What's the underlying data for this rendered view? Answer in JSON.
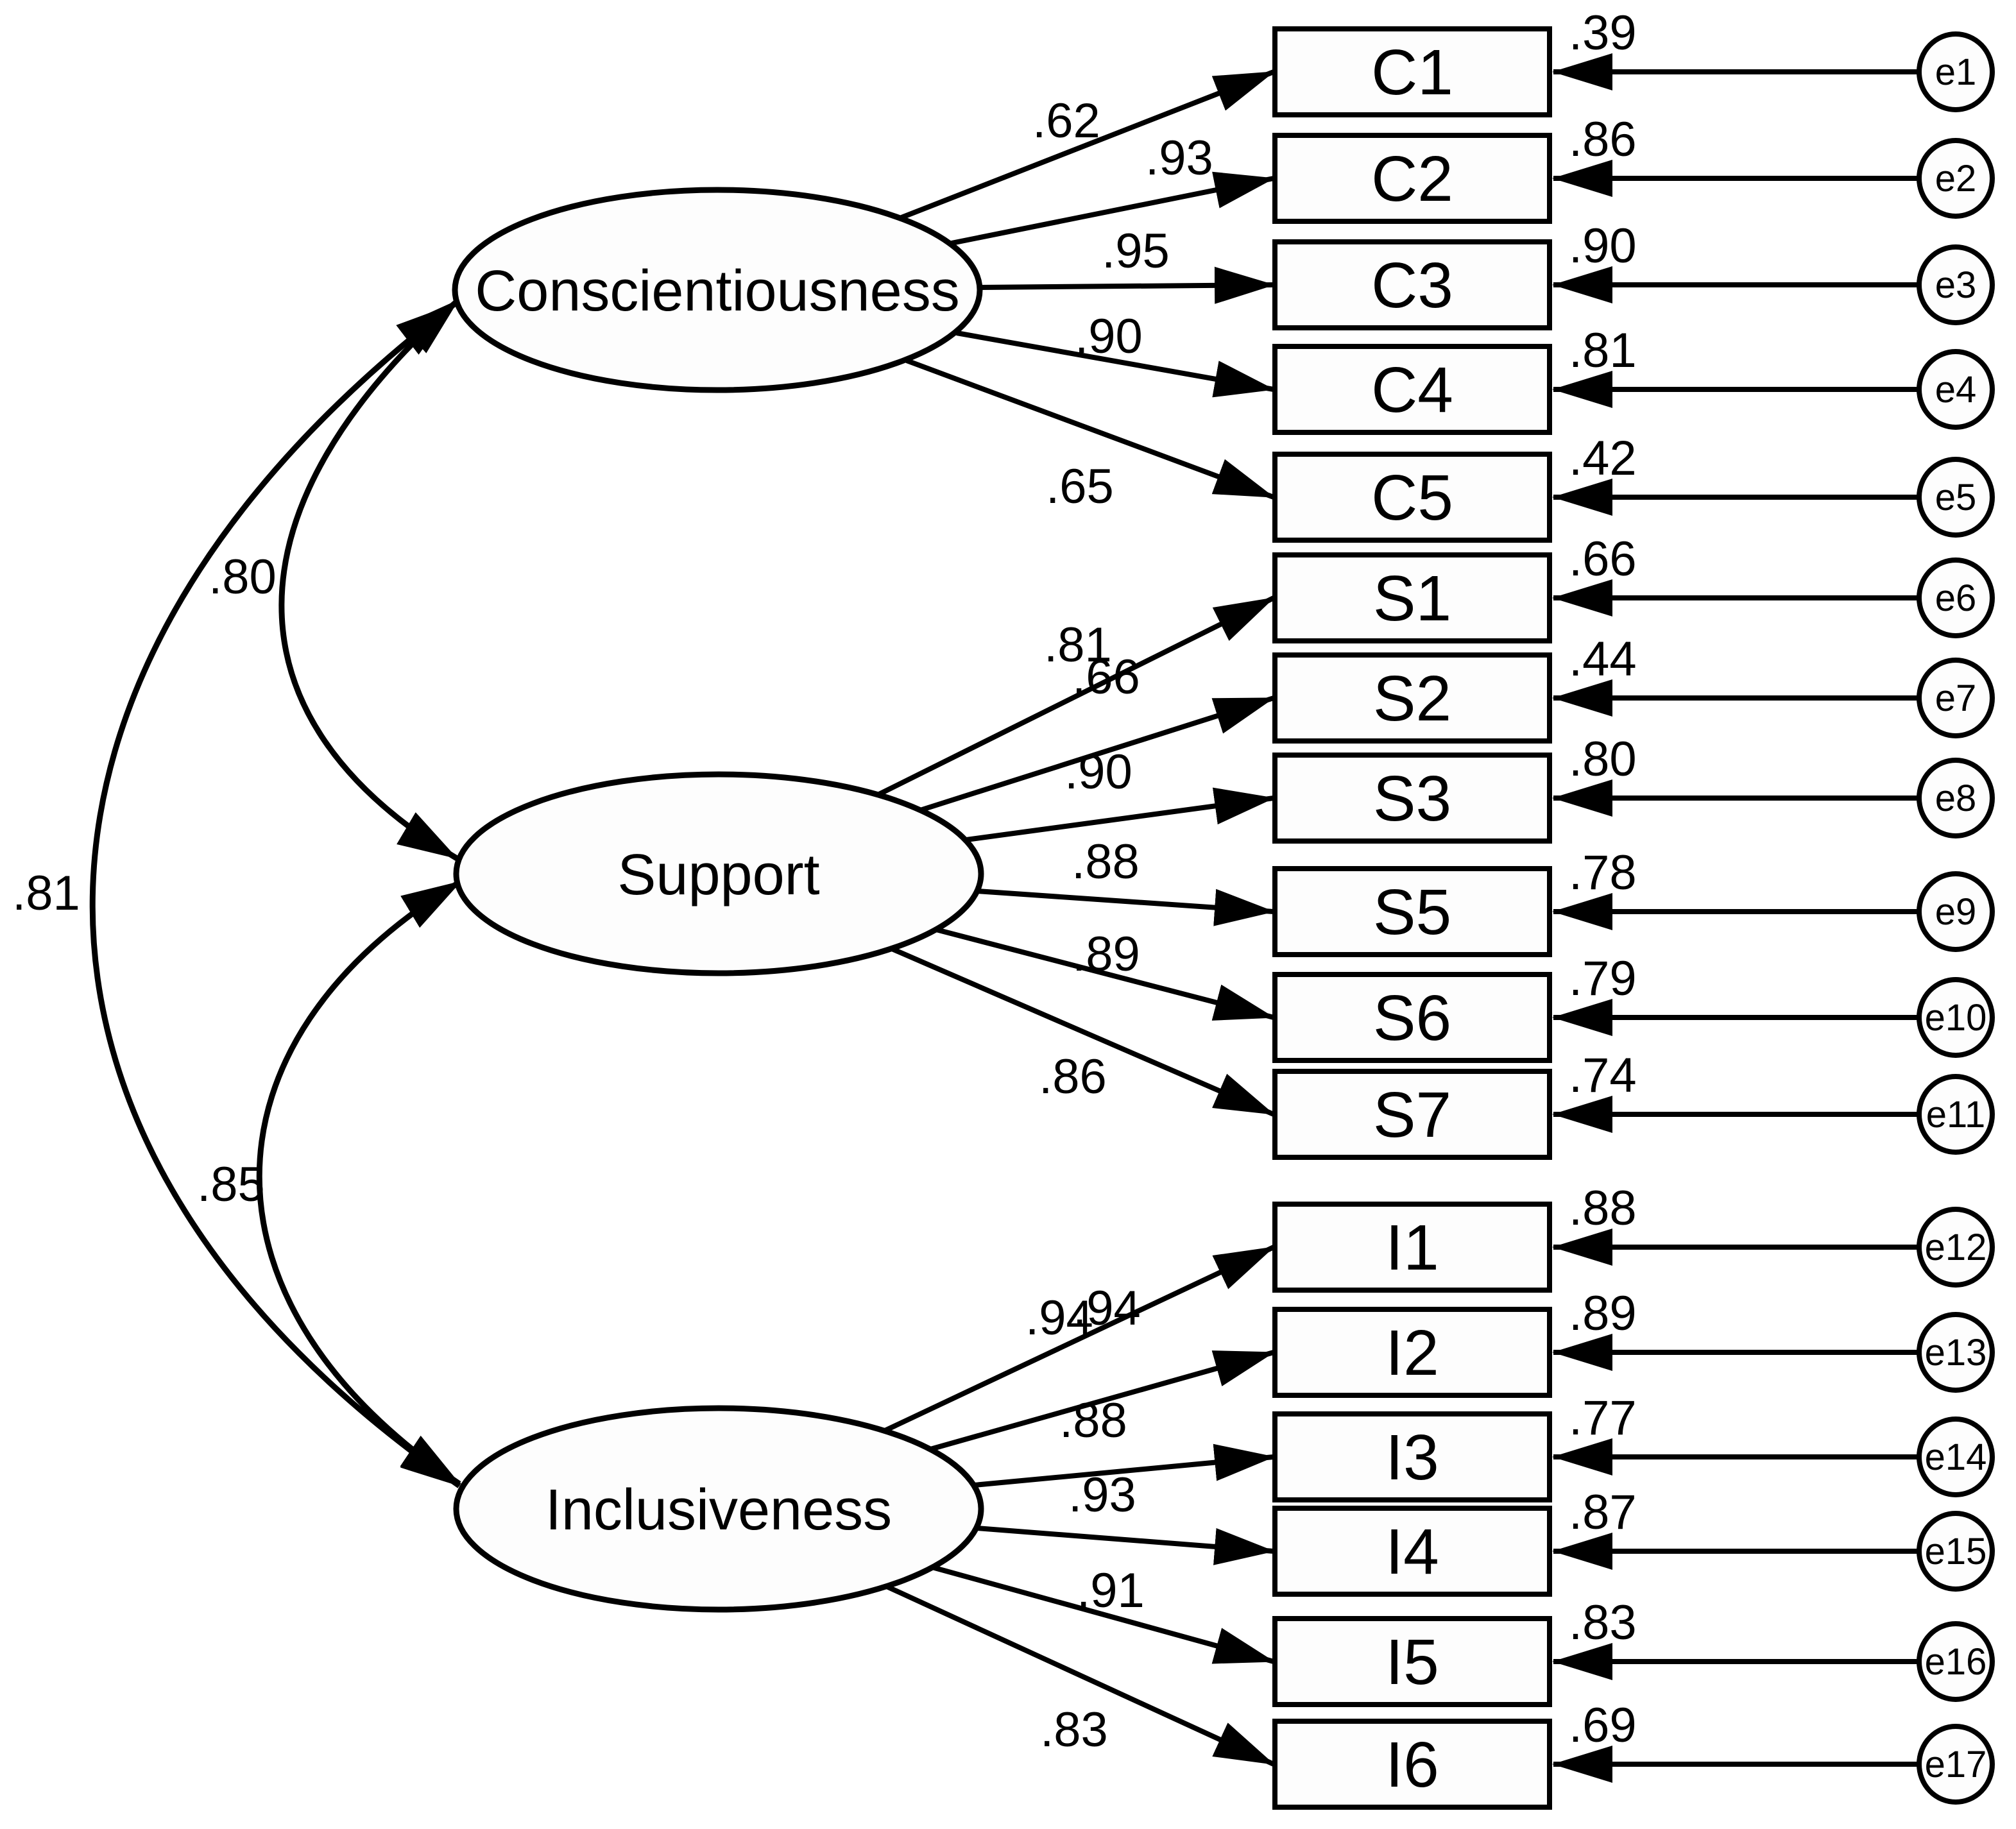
{
  "figure": {
    "type": "confirmatory-factor-analysis-path-diagram",
    "factors": [
      {
        "label": "Conscientiousness"
      },
      {
        "label": "Support"
      },
      {
        "label": "Inclusiveness"
      }
    ],
    "correlations": [
      {
        "between": [
          "Conscientiousness",
          "Support"
        ],
        "value": ".80"
      },
      {
        "between": [
          "Conscientiousness",
          "Inclusiveness"
        ],
        "value": ".81"
      },
      {
        "between": [
          "Support",
          "Inclusiveness"
        ],
        "value": ".85"
      }
    ],
    "indicators": [
      {
        "label": "C1",
        "factor": "Conscientiousness",
        "loading": ".62",
        "error_variance": ".39",
        "error": "e1"
      },
      {
        "label": "C2",
        "factor": "Conscientiousness",
        "loading": ".93",
        "error_variance": ".86",
        "error": "e2"
      },
      {
        "label": "C3",
        "factor": "Conscientiousness",
        "loading": ".95",
        "error_variance": ".90",
        "error": "e3"
      },
      {
        "label": "C4",
        "factor": "Conscientiousness",
        "loading": ".90",
        "error_variance": ".81",
        "error": "e4"
      },
      {
        "label": "C5",
        "factor": "Conscientiousness",
        "loading": ".65",
        "error_variance": ".42",
        "error": "e5"
      },
      {
        "label": "S1",
        "factor": "Support",
        "loading": ".81",
        "error_variance": ".66",
        "error": "e6"
      },
      {
        "label": "S2",
        "factor": "Support",
        "loading": ".66",
        "error_variance": ".44",
        "error": "e7"
      },
      {
        "label": "S3",
        "factor": "Support",
        "loading": ".90",
        "error_variance": ".80",
        "error": "e8"
      },
      {
        "label": "S5",
        "factor": "Support",
        "loading": ".88",
        "error_variance": ".78",
        "error": "e9"
      },
      {
        "label": "S6",
        "factor": "Support",
        "loading": ".89",
        "error_variance": ".79",
        "error": "e10"
      },
      {
        "label": "S7",
        "factor": "Support",
        "loading": ".86",
        "error_variance": ".74",
        "error": "e11"
      },
      {
        "label": "I1",
        "factor": "Inclusiveness",
        "loading": ".94",
        "error_variance": ".88",
        "error": "e12"
      },
      {
        "label": "I2",
        "factor": "Inclusiveness",
        "loading": ".94",
        "error_variance": ".89",
        "error": "e13"
      },
      {
        "label": "I3",
        "factor": "Inclusiveness",
        "loading": ".88",
        "error_variance": ".77",
        "error": "e14"
      },
      {
        "label": "I4",
        "factor": "Inclusiveness",
        "loading": ".93",
        "error_variance": ".87",
        "error": "e15"
      },
      {
        "label": "I5",
        "factor": "Inclusiveness",
        "loading": ".91",
        "error_variance": ".83",
        "error": "e16"
      },
      {
        "label": "I6",
        "factor": "Inclusiveness",
        "loading": ".83",
        "error_variance": ".69",
        "error": "e17"
      }
    ]
  }
}
